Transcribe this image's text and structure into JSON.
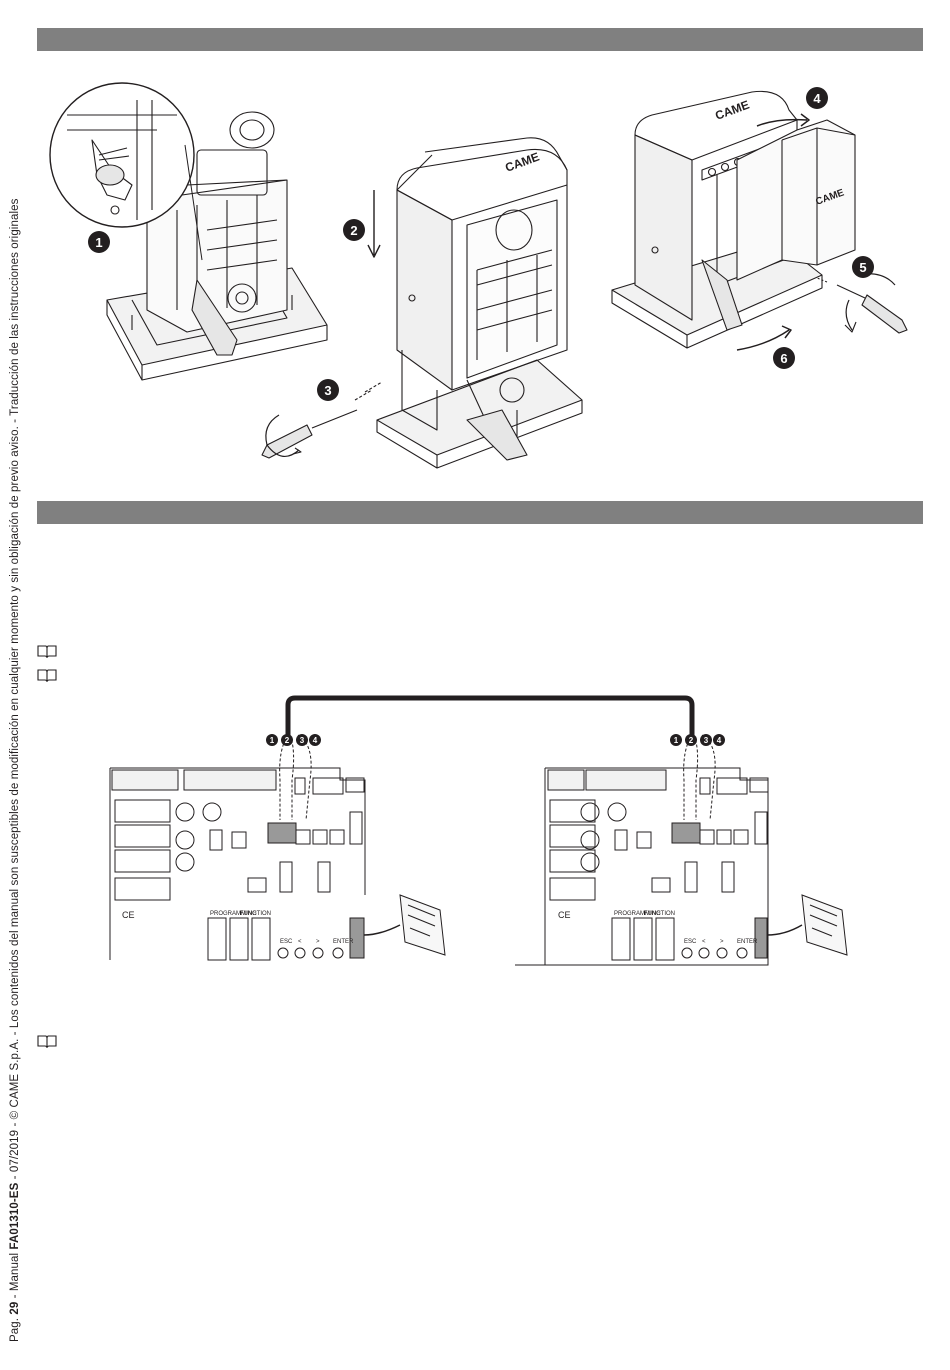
{
  "sidebar": {
    "prefix": "Pag. ",
    "page_number": "29",
    "mid": " - Manual ",
    "manual_code": "FA01310-ES",
    "rest": " - 07/2019 - © CAME S.p.A. - Los contenidos del manual son susceptibles de modificación en cualquier momento y sin obligación de previo aviso. - Traducción de las instrucciones originales"
  },
  "figure1": {
    "brand": "CAME",
    "steps": [
      "1",
      "2",
      "3",
      "4",
      "5",
      "6"
    ]
  },
  "figure2": {
    "wire_labels": [
      "1",
      "2",
      "3",
      "4"
    ],
    "board_labels": {
      "programming": "PROGRAMMING",
      "function": "FUNCTION",
      "esc": "ESC",
      "left": "<",
      "right": ">",
      "enter": "ENTER",
      "ce": "CE"
    }
  }
}
